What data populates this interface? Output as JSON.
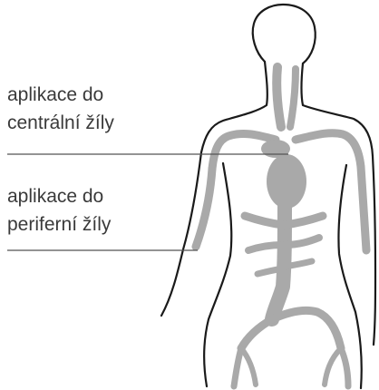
{
  "labels": {
    "central": {
      "line1": "aplikace do",
      "line2": "centrální žíly"
    },
    "peripheral": {
      "line1": "aplikace do",
      "line2": "periferní žíly"
    }
  },
  "colors": {
    "background": "#ffffff",
    "outline": "#1a1a1a",
    "vessels": "#a9a9a9",
    "leader_lines": "#555555",
    "text": "#3a3a3a"
  }
}
